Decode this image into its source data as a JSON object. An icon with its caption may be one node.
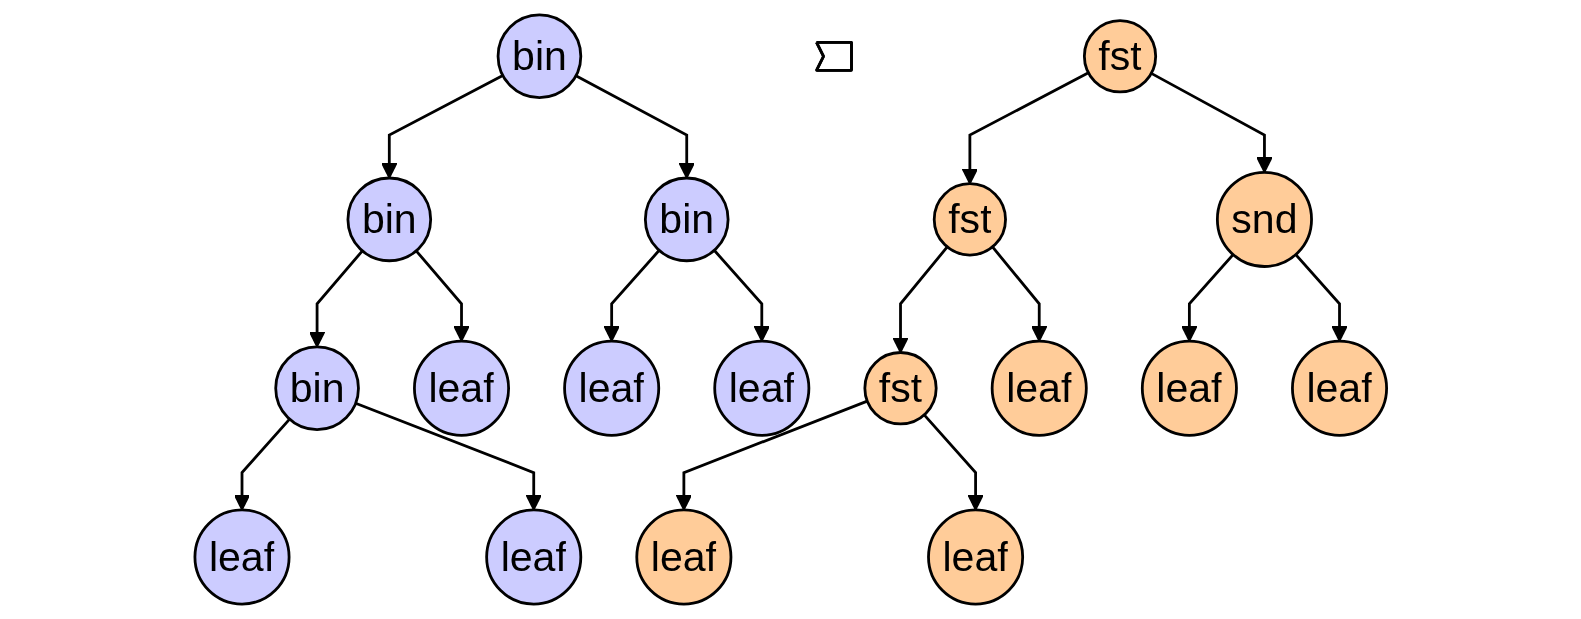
{
  "diagram": {
    "nodes": [
      {
        "text": [
          "bin"
        ]
      },
      {
        "text": [
          "bin"
        ]
      },
      {
        "text": [
          "bin"
        ]
      },
      {
        "text": [
          "bin"
        ]
      },
      {
        "text": [
          "leaf"
        ]
      },
      {
        "text": [
          "leaf"
        ]
      },
      {
        "text": [
          "leaf"
        ]
      },
      {
        "text": [
          "leaf"
        ]
      },
      {
        "text": [
          "leaf"
        ]
      },
      {
        "text": [],
        "shape": "arrow"
      },
      {
        "text": [
          "fst"
        ]
      },
      {
        "text": [
          "fst"
        ]
      },
      {
        "text": [
          "snd"
        ]
      },
      {
        "text": [
          "fst"
        ]
      },
      {
        "text": [
          "leaf"
        ]
      },
      {
        "text": [
          "leaf"
        ]
      },
      {
        "text": [
          "leaf"
        ]
      },
      {
        "text": [
          "leaf"
        ]
      },
      {
        "text": [
          "leaf"
        ]
      }
    ],
    "edges": [
      {
        "from": 0,
        "to": 1,
        "arrow": "to"
      },
      {
        "from": 0,
        "to": 2,
        "arrow": "to"
      },
      {
        "from": 1,
        "to": 3,
        "arrow": "to"
      },
      {
        "from": 1,
        "to": 4,
        "arrow": "to"
      },
      {
        "from": 2,
        "to": 5,
        "arrow": "to"
      },
      {
        "from": 2,
        "to": 6,
        "arrow": "to"
      },
      {
        "from": 3,
        "to": 7,
        "arrow": "to"
      },
      {
        "from": 3,
        "to": 8,
        "arrow": "to"
      },
      {
        "from": 10,
        "to": 11,
        "arrow": "to"
      },
      {
        "from": 10,
        "to": 12,
        "arrow": "to"
      },
      {
        "from": 11,
        "to": 13,
        "arrow": "to"
      },
      {
        "from": 11,
        "to": 14,
        "arrow": "to"
      },
      {
        "from": 12,
        "to": 15,
        "arrow": "to"
      },
      {
        "from": 12,
        "to": 16,
        "arrow": "to"
      },
      {
        "from": 13,
        "to": 17,
        "arrow": "to"
      },
      {
        "from": 13,
        "to": 18,
        "arrow": "to"
      }
    ]
  }
}
